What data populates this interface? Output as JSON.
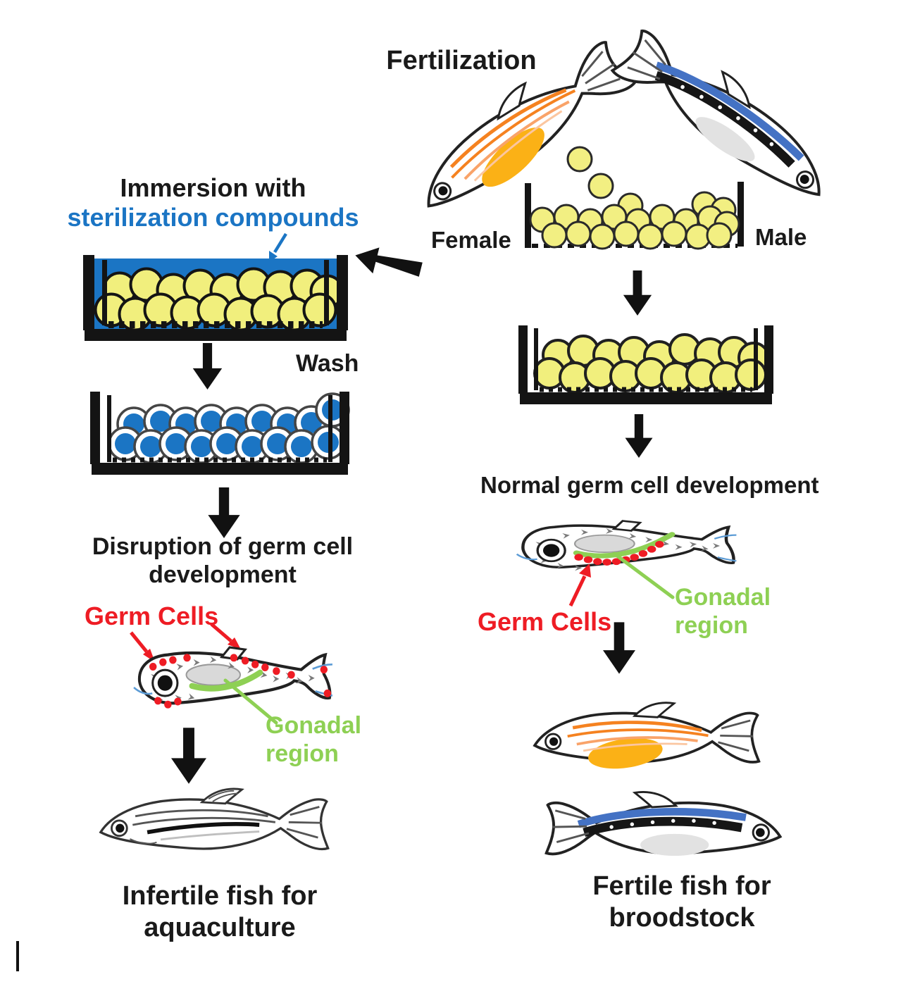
{
  "diagram": {
    "title": "Fertilization",
    "parents": {
      "female_label": "Female",
      "male_label": "Male"
    },
    "left_path": {
      "immersion_title_line1": "Immersion with",
      "immersion_title_line2": "sterilization compounds",
      "wash_label": "Wash",
      "disruption_line1": "Disruption of germ cell",
      "disruption_line2": "development",
      "germ_cells_label": "Germ Cells",
      "gonadal_line1": "Gonadal",
      "gonadal_line2": "region",
      "outcome_line1": "Infertile fish for",
      "outcome_line2": "aquaculture"
    },
    "right_path": {
      "development_label": "Normal germ cell development",
      "germ_cells_label": "Germ Cells",
      "gonadal_line1": "Gonadal",
      "gonadal_line2": "region",
      "outcome_line1": "Fertile fish for",
      "outcome_line2": "broodstock"
    },
    "colors": {
      "sterilant_blue": "#1b75c4",
      "egg_yellow": "#f1ef7d",
      "germ_cell_red": "#ee1c24",
      "gonadal_green": "#8ed054",
      "female_orange": "#f58220",
      "ovary_orange": "#fbb116",
      "male_blue": "#4472c4",
      "ink_black": "#1a1a1a"
    }
  }
}
